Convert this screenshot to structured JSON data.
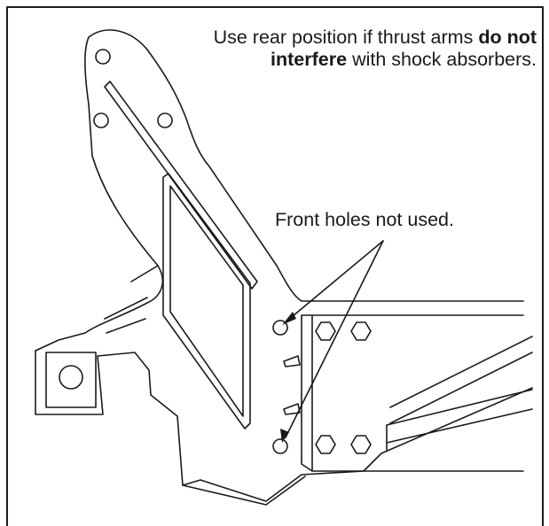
{
  "figure": {
    "colors": {
      "line": "#1a1a1a",
      "border": "#1a1a1a",
      "background": "#ffffff"
    }
  },
  "callouts": {
    "rear_position": {
      "prefix": "Use rear position if thrust arms",
      "bold": "do not interfere",
      "suffix": "with shock absorbers."
    },
    "front_holes": "Front holes not used."
  }
}
